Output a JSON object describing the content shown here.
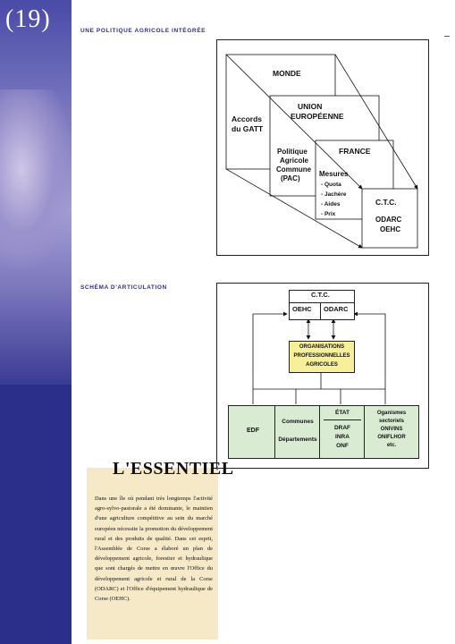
{
  "page_number": "(19)",
  "section1_title": "UNE POLITIQUE AGRICOLE INTÉGRÉE",
  "section2_title": "SCHÉMA D'ARTICULATION",
  "diagram1": {
    "monde": "MONDE",
    "ue_line1": "UNION",
    "ue_line2": "EUROPÉENNE",
    "gatt_line1": "Accords",
    "gatt_line2": "du GATT",
    "pac_line1": "Politique",
    "pac_line2": "Agricole",
    "pac_line3": "Commune",
    "pac_line4": "(PAC)",
    "france": "FRANCE",
    "mesures": "Mesures",
    "m1": "- Quota",
    "m2": "- Jachère",
    "m3": "- Aides",
    "m4": "- Prix",
    "ctc": "C.T.C.",
    "odarc": "ODARC",
    "oehc": "OEHC"
  },
  "diagram2": {
    "ctc": "C.T.C.",
    "oehc": "OEHC",
    "odarc": "ODARC",
    "org_line1": "ORGANISATIONS",
    "org_line2": "PROFESSIONNELLES",
    "org_line3": "AGRICOLES",
    "edf": "EDF",
    "communes": "Communes",
    "departements": "Départements",
    "etat": "ÉTAT",
    "draf": "DRAF",
    "inra": "INRA",
    "onf": "ONF",
    "orga_line1": "Oganismes",
    "orga_line2": "sectoriels",
    "orga_line3": "ONIVINS",
    "orga_line4": "ONIFLHOR",
    "orga_line5": "etc."
  },
  "essentiel": {
    "title": "L'ESSENTIEL",
    "text": "Dans une île où pendant très longtemps l'activité agro-sylvo-pastorale a été dominante, le maintien d'une agriculture compétitive au sein du marché européen nécessite la promotion du développement rural et des produits de qualité. Dans cet esprit, l'Assemblée de Corse a élaboré un plan de développement agricole, forestier et hydraulique que sont chargés de mettre en œuvre l'Office du développement agricole et rural de la Corse (ODARC) et l'Office d'équipement hydraulique de Corse (OEHC)."
  },
  "colors": {
    "band": "#2b2f8a",
    "essentiel_bg": "#f5e9c7",
    "green": "#d9ecd3",
    "yellow": "#f7ef9a"
  }
}
